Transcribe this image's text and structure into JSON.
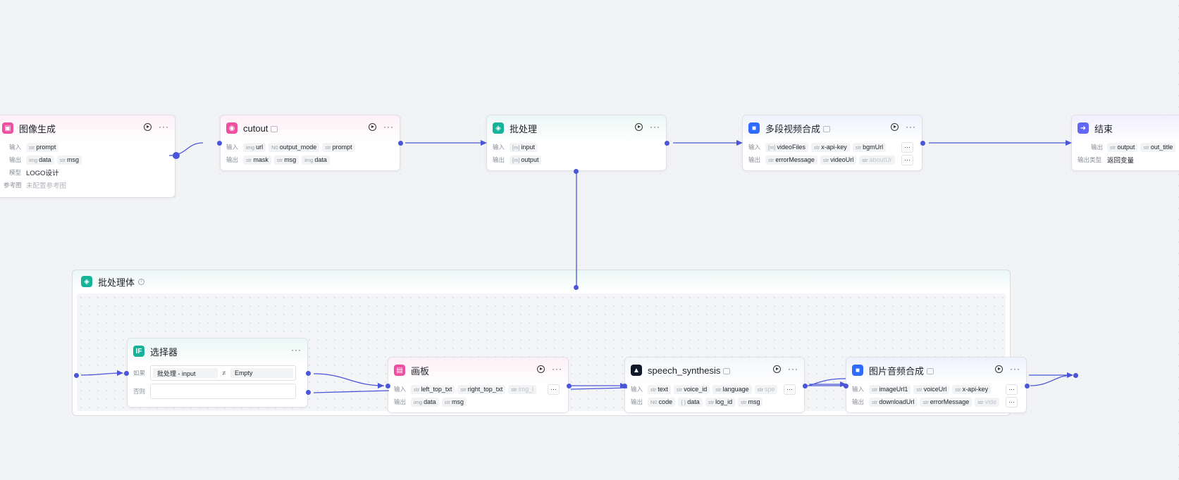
{
  "nodes": {
    "image_gen": {
      "title": "图像生成",
      "input_label": "输入",
      "inputs": [
        {
          "type": "str",
          "name": "prompt"
        }
      ],
      "output_label": "输出",
      "outputs": [
        {
          "type": "img",
          "name": "data"
        },
        {
          "type": "str",
          "name": "msg"
        }
      ],
      "model_label": "模型",
      "model_value": "LOGO设计",
      "ref_label": "参考图",
      "ref_value": "未配置参考图"
    },
    "cutout": {
      "title": "cutout",
      "input_label": "输入",
      "inputs": [
        {
          "type": "img",
          "name": "url"
        },
        {
          "type": "N0",
          "name": "output_mode"
        },
        {
          "type": "str",
          "name": "prompt"
        }
      ],
      "output_label": "输出",
      "outputs": [
        {
          "type": "str",
          "name": "mask"
        },
        {
          "type": "str",
          "name": "msg"
        },
        {
          "type": "img",
          "name": "data"
        }
      ]
    },
    "batch": {
      "title": "批处理",
      "input_label": "输入",
      "inputs": [
        {
          "type": "[m]",
          "name": "input"
        }
      ],
      "output_label": "输出",
      "outputs": [
        {
          "type": "[m]",
          "name": "output"
        }
      ]
    },
    "multi_video": {
      "title": "多段视频合成",
      "input_label": "输入",
      "inputs": [
        {
          "type": "[m]",
          "name": "videoFiles"
        },
        {
          "type": "str",
          "name": "x-api-key"
        },
        {
          "type": "str",
          "name": "bgmUrl"
        }
      ],
      "output_label": "输出",
      "outputs": [
        {
          "type": "str",
          "name": "errorMessage"
        },
        {
          "type": "str",
          "name": "videoUrl"
        },
        {
          "type": "str",
          "name": "aboutUr"
        }
      ]
    },
    "end": {
      "title": "结束",
      "output_label": "输出",
      "outputs": [
        {
          "type": "str",
          "name": "output"
        },
        {
          "type": "str",
          "name": "out_title"
        }
      ],
      "return_label": "输出类型",
      "return_value": "返回变量"
    },
    "selector": {
      "title": "选择器",
      "if_label": "如果",
      "cond_left": "批处理  -  input",
      "cond_op": "≠",
      "cond_right": "Empty",
      "else_label": "否则"
    },
    "canvas": {
      "title": "画板",
      "input_label": "输入",
      "inputs": [
        {
          "type": "str",
          "name": "left_top_txt"
        },
        {
          "type": "str",
          "name": "right_top_txt"
        },
        {
          "type": "str",
          "name": "img_l"
        }
      ],
      "output_label": "输出",
      "outputs": [
        {
          "type": "img",
          "name": "data"
        },
        {
          "type": "str",
          "name": "msg"
        }
      ]
    },
    "speech": {
      "title": "speech_synthesis",
      "input_label": "输入",
      "inputs": [
        {
          "type": "str",
          "name": "text"
        },
        {
          "type": "str",
          "name": "voice_id"
        },
        {
          "type": "str",
          "name": "language"
        },
        {
          "type": "str",
          "name": "spe"
        }
      ],
      "output_label": "输出",
      "outputs": [
        {
          "type": "N0",
          "name": "code"
        },
        {
          "type": "{ }",
          "name": "data"
        },
        {
          "type": "str",
          "name": "log_id"
        },
        {
          "type": "str",
          "name": "msg"
        }
      ]
    },
    "img_audio": {
      "title": "图片音频合成",
      "input_label": "输入",
      "inputs": [
        {
          "type": "str",
          "name": "imageUrl1"
        },
        {
          "type": "str",
          "name": "voiceUrl"
        },
        {
          "type": "str",
          "name": "x-api-key"
        }
      ],
      "output_label": "输出",
      "outputs": [
        {
          "type": "str",
          "name": "downloadUrl"
        },
        {
          "type": "str",
          "name": "errorMessage"
        },
        {
          "type": "str",
          "name": "vide"
        }
      ]
    }
  },
  "group": {
    "title": "批处理体"
  },
  "more_glyph": "···",
  "colors": {
    "wire": "#4a55d8",
    "pink": "#ee4fa0",
    "teal": "#14b39a",
    "blue": "#2f6bff",
    "violet": "#6266f5"
  }
}
